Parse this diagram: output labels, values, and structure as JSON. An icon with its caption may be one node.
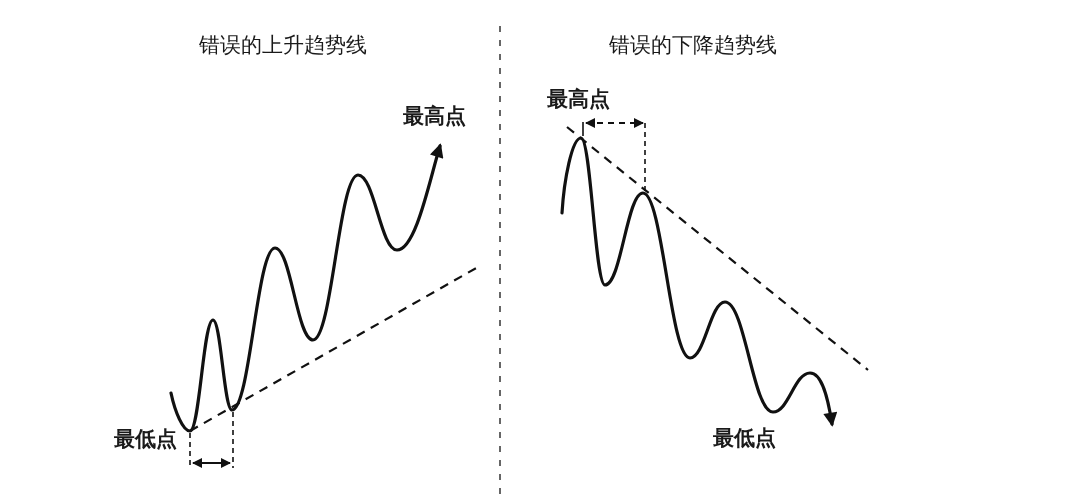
{
  "diagram": {
    "labels": [
      "错误的上升趋势线",
      "最高点",
      "最低点",
      "错误的下降趋势线",
      "最高点",
      "最低点"
    ]
  }
}
